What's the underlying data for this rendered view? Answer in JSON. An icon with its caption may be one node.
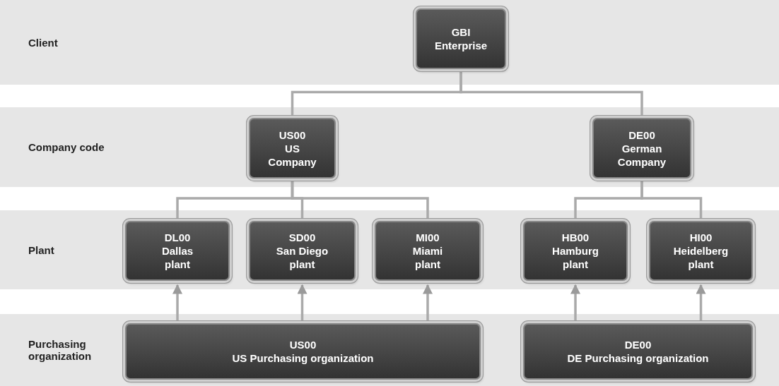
{
  "diagram": {
    "nodes": [
      {
        "text": [
          "Client"
        ]
      },
      {
        "text": [
          "GBI",
          "Enterprise"
        ],
        "in": 0
      },
      {
        "text": [
          "Company code"
        ]
      },
      {
        "text": [
          "US00",
          "US",
          "Company"
        ],
        "in": 2
      },
      {
        "text": [
          "DE00",
          "German",
          "Company"
        ],
        "in": 2
      },
      {
        "text": [
          "Plant"
        ]
      },
      {
        "text": [
          "DL00",
          "Dallas",
          "plant"
        ],
        "in": 5
      },
      {
        "text": [
          "SD00",
          "San Diego",
          "plant"
        ],
        "in": 5
      },
      {
        "text": [
          "MI00",
          "Miami",
          "plant"
        ],
        "in": 5
      },
      {
        "text": [
          "HB00",
          "Hamburg",
          "plant"
        ],
        "in": 5
      },
      {
        "text": [
          "HI00",
          "Heidelberg",
          "plant"
        ],
        "in": 5
      },
      {
        "text": [
          "Purchasing organization"
        ]
      },
      {
        "text": [
          "US00",
          "US Purchasing organization"
        ],
        "in": 11
      },
      {
        "text": [
          "DE00",
          "DE Purchasing organization"
        ],
        "in": 11
      }
    ],
    "edges": [
      {
        "from": 1,
        "to": 3,
        "arrow": "none"
      },
      {
        "from": 1,
        "to": 4,
        "arrow": "none"
      },
      {
        "from": 3,
        "to": 6,
        "arrow": "none"
      },
      {
        "from": 3,
        "to": 7,
        "arrow": "none"
      },
      {
        "from": 3,
        "to": 8,
        "arrow": "none"
      },
      {
        "from": 4,
        "to": 9,
        "arrow": "none"
      },
      {
        "from": 4,
        "to": 10,
        "arrow": "none"
      },
      {
        "from": 12,
        "to": 6,
        "arrow": "to"
      },
      {
        "from": 12,
        "to": 7,
        "arrow": "to"
      },
      {
        "from": 12,
        "to": 8,
        "arrow": "to"
      },
      {
        "from": 13,
        "to": 9,
        "arrow": "to"
      },
      {
        "from": 13,
        "to": 10,
        "arrow": "to"
      }
    ]
  }
}
